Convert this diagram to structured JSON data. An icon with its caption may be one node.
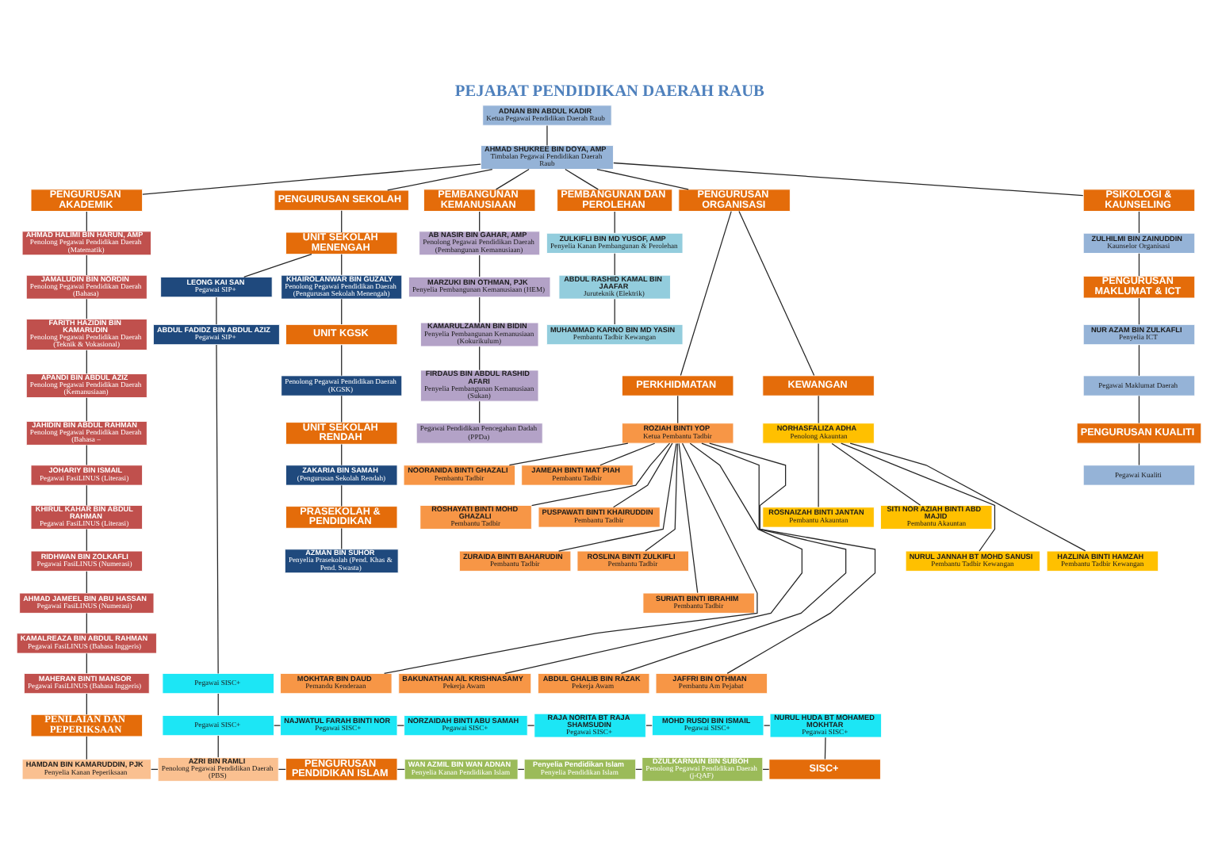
{
  "diagram": {
    "title": "PEJABAT PENDIDIKAN DAERAH RAUB",
    "nodes": [
      {
        "text": [
          "ADNAN BIN ABDUL KADIR",
          "Ketua Pegawai Pendidikan Daerah Raub"
        ]
      },
      {
        "text": [
          "AHMAD SHUKREE BIN DOYA, AMP",
          "Timbalan Pegawai Pendidikan Daerah Raub"
        ]
      },
      {
        "text": [
          "PENGURUSAN AKADEMIK"
        ]
      },
      {
        "text": [
          "PENGURUSAN SEKOLAH"
        ]
      },
      {
        "text": [
          "PEMBANGUNAN KEMANUSIAAN"
        ]
      },
      {
        "text": [
          "PEMBANGUNAN DAN PEROLEHAN"
        ]
      },
      {
        "text": [
          "PENGURUSAN ORGANISASI"
        ]
      },
      {
        "text": [
          "PSIKOLOGI & KAUNSELING"
        ]
      },
      {
        "text": [
          "AHMAD HALIMI BIN HARUN, AMP",
          "Penolong Pegawai Pendidikan Daerah (Matematik)"
        ]
      },
      {
        "text": [
          "JAMALUDIN BIN NORDIN",
          "Penolong Pegawai Pendidikan Daerah (Bahasa)"
        ]
      },
      {
        "text": [
          "FARITH HAZIDIN BIN KAMARUDIN",
          "Penolong Pegawai Pendidikan Daerah (Teknik & Vokasional)"
        ]
      },
      {
        "text": [
          "APANDI BIN ABDUL AZIZ",
          "Penolong Pegawai Pendidikan Daerah (Kemanusiaan)"
        ]
      },
      {
        "text": [
          "JAHIDIN BIN ABDUL RAHMAN",
          "Penolong Pegawai Pendidikan Daerah (Bahasa –"
        ]
      },
      {
        "text": [
          "JOHARIY BIN ISMAIL",
          "Pegawai FasiLINUS (Literasi)"
        ]
      },
      {
        "text": [
          "KHIRUL KAHAR BIN ABDUL RAHMAN",
          "Pegawai FasiLINUS (Literasi)"
        ]
      },
      {
        "text": [
          "RIDHWAN BIN ZOLKAFLI",
          "Pegawai FasiLINUS (Numerasi)"
        ]
      },
      {
        "text": [
          "AHMAD JAMEEL BIN ABU HASSAN",
          "Pegawai FasiLINUS (Numerasi)"
        ]
      },
      {
        "text": [
          "KAMALREAZA BIN ABDUL RAHMAN",
          "Pegawai FasiLINUS (Bahasa Inggeris)"
        ]
      },
      {
        "text": [
          "MAHERAN BINTI MANSOR",
          "Pegawai FasiLINUS (Bahasa Inggeris)"
        ]
      },
      {
        "text": [
          "PENILAIAN DAN PEPERIKSAAN"
        ]
      },
      {
        "text": [
          "HAMDAN BIN KAMARUDDIN, PJK",
          "Penyelia Kanan Peperiksaan"
        ]
      },
      {
        "text": [
          "LEONG KAI SAN",
          "Pegawai SIP+"
        ]
      },
      {
        "text": [
          "ABDUL FADIDZ BIN ABDUL AZIZ",
          "Pegawai SIP+"
        ]
      },
      {
        "text": [
          "Pegawai SISC+"
        ]
      },
      {
        "text": [
          "Pegawai SISC+"
        ]
      },
      {
        "text": [
          "AZRI BIN RAMLI",
          "Penolong Pegawai Pendidikan Daerah (PBS)"
        ]
      },
      {
        "text": [
          "UNIT SEKOLAH MENENGAH"
        ]
      },
      {
        "text": [
          "KHAIROLANWAR BIN GUZALY",
          "Penolong Pegawai Pendidikan Daerah (Pengurusan Sekolah Menengah)"
        ]
      },
      {
        "text": [
          "UNIT KGSK"
        ]
      },
      {
        "text": [
          "Penolong Pegawai Pendidikan Daerah (KGSK)"
        ]
      },
      {
        "text": [
          "UNIT SEKOLAH RENDAH"
        ]
      },
      {
        "text": [
          "ZAKARIA BIN SAMAH",
          "(Pengurusan Sekolah Rendah)"
        ]
      },
      {
        "text": [
          "PRASEKOLAH & PENDIDIKAN"
        ]
      },
      {
        "text": [
          "AZMAN BIN SUHOR",
          "Penyelia Prasekolah (Pend. Khas & Pend. Swasta)"
        ]
      },
      {
        "text": [
          "AB NASIR BIN GAHAR, AMP",
          "Penolong Pegawai Pendidikan Daerah (Pembangunan Kemanusiaan)"
        ]
      },
      {
        "text": [
          "MARZUKI BIN OTHMAN, PJK",
          "Penyelia Pembangunan Kemanusiaan (HEM)"
        ]
      },
      {
        "text": [
          "KAMARULZAMAN BIN BIDIN",
          "Penyelia Pembangunan Kemanusiaan (Kokurikulum)"
        ]
      },
      {
        "text": [
          "FIRDAUS BIN ABDUL RASHID AFARI",
          "Penyelia Pembangunan Kemanusiaan (Sukan)"
        ]
      },
      {
        "text": [
          "Pegawai Pendidikan Pencegahan Dadah (PPDa)"
        ]
      },
      {
        "text": [
          "ZULKIFLI BIN MD YUSOF, AMP",
          "Penyelia Kanan Pembangunan & Perolehan"
        ]
      },
      {
        "text": [
          "ABDUL RASHID KAMAL BIN JAAFAR",
          "Juruteknik (Elektrik)"
        ]
      },
      {
        "text": [
          "MUHAMMAD KARNO BIN MD YASIN",
          "Pembantu Tadbir Kewangan"
        ]
      },
      {
        "text": [
          "PERKHIDMATAN"
        ]
      },
      {
        "text": [
          "ROZIAH BINTI YOP",
          "Ketua Pembantu Tadbir"
        ]
      },
      {
        "text": [
          "NOORANIDA BINTI GHAZALI",
          "Pembantu Tadbir"
        ]
      },
      {
        "text": [
          "JAMEAH BINTI MAT PIAH",
          "Pembantu Tadbir"
        ]
      },
      {
        "text": [
          "ROSHAYATI BINTI MOHD GHAZALI",
          "Pembantu Tadbir"
        ]
      },
      {
        "text": [
          "PUSPAWATI BINTI KHAIRUDDIN",
          "Pembantu Tadbir"
        ]
      },
      {
        "text": [
          "ZURAIDA BINTI BAHARUDIN",
          "Pembantu Tadbir"
        ]
      },
      {
        "text": [
          "ROSLINA BINTI ZULKIFLI",
          "Pembantu Tadbir"
        ]
      },
      {
        "text": [
          "SURIATI BINTI IBRAHIM",
          "Pembantu Tadbir"
        ]
      },
      {
        "text": [
          "MOKHTAR BIN DAUD",
          "Pemandu Kenderaan"
        ]
      },
      {
        "text": [
          "BAKUNATHAN A/L KRISHNASAMY",
          "Pekerja Awam"
        ]
      },
      {
        "text": [
          "ABDUL GHALIB BIN RAZAK",
          "Pekerja Awam"
        ]
      },
      {
        "text": [
          "JAFFRI BIN OTHMAN",
          "Pembantu Am Pejabat"
        ]
      },
      {
        "text": [
          "KEWANGAN"
        ]
      },
      {
        "text": [
          "NORHASFALIZA ADHA",
          "Penolong Akauntan"
        ]
      },
      {
        "text": [
          "ROSNAIZAH BINTI JANTAN",
          "Pembantu Akauntan"
        ]
      },
      {
        "text": [
          "SITI NOR AZIAH BINTI ABD MAJID",
          "Pembantu Akauntan"
        ]
      },
      {
        "text": [
          "NURUL JANNAH BT MOHD SANUSI",
          "Pembantu Tadbir Kewangan"
        ]
      },
      {
        "text": [
          "HAZLINA BINTI HAMZAH",
          "Pembantu Tadbir Kewangan"
        ]
      },
      {
        "text": [
          "ZULHILMI BIN ZAINUDDIN",
          "Kaunselor Organisasi"
        ]
      },
      {
        "text": [
          "PENGURUSAN MAKLUMAT & ICT"
        ]
      },
      {
        "text": [
          "NUR AZAM BIN ZULKAFLI",
          "Penyelia ICT"
        ]
      },
      {
        "text": [
          "Pegawai Maklumat Daerah"
        ]
      },
      {
        "text": [
          "PENGURUSAN KUALITI"
        ]
      },
      {
        "text": [
          "Pegawai Kualiti"
        ]
      },
      {
        "text": [
          "NAJWATUL FARAH BINTI NOR",
          "Pegawai SISC+"
        ]
      },
      {
        "text": [
          "NORZAIDAH BINTI ABU SAMAH",
          "Pegawai SISC+"
        ]
      },
      {
        "text": [
          "RAJA NORITA BT RAJA SHAMSUDIN",
          "Pegawai SISC+"
        ]
      },
      {
        "text": [
          "MOHD RUSDI BIN ISMAIL",
          "Pegawai SISC+"
        ]
      },
      {
        "text": [
          "NURUL HUDA BT MOHAMED MOKHTAR",
          "Pegawai SISC+"
        ]
      },
      {
        "text": [
          "PENGURUSAN PENDIDIKAN ISLAM"
        ]
      },
      {
        "text": [
          "WAN AZMIL BIN WAN ADNAN",
          "Penyelia Kanan Pendidikan Islam"
        ]
      },
      {
        "text": [
          "Penyelia Pendidikan Islam",
          "Penyelia Pendidikan Islam"
        ]
      },
      {
        "text": [
          "DZULKARNAIN BIN SUBOH",
          "Penolong Pegawai Pendidikan Daerah (j-QAF)"
        ]
      },
      {
        "text": [
          "SISC+"
        ]
      }
    ],
    "edges": [
      {
        "from": 0,
        "to": 1,
        "arrow": "none"
      },
      {
        "from": 1,
        "to": 2,
        "arrow": "none"
      },
      {
        "from": 1,
        "to": 3,
        "arrow": "none"
      },
      {
        "from": 1,
        "to": 4,
        "arrow": "none"
      },
      {
        "from": 1,
        "to": 5,
        "arrow": "none"
      },
      {
        "from": 1,
        "to": 6,
        "arrow": "none"
      },
      {
        "from": 1,
        "to": 7,
        "arrow": "none"
      },
      {
        "from": 2,
        "to": 8,
        "arrow": "none"
      },
      {
        "from": 8,
        "to": 9,
        "arrow": "none"
      },
      {
        "from": 9,
        "to": 10,
        "arrow": "none"
      },
      {
        "from": 10,
        "to": 11,
        "arrow": "none"
      },
      {
        "from": 11,
        "to": 12,
        "arrow": "none"
      },
      {
        "from": 12,
        "to": 13,
        "arrow": "none"
      },
      {
        "from": 13,
        "to": 14,
        "arrow": "none"
      },
      {
        "from": 14,
        "to": 15,
        "arrow": "none"
      },
      {
        "from": 15,
        "to": 16,
        "arrow": "none"
      },
      {
        "from": 16,
        "to": 17,
        "arrow": "none"
      },
      {
        "from": 17,
        "to": 18,
        "arrow": "none"
      },
      {
        "from": 18,
        "to": 19,
        "arrow": "none"
      },
      {
        "from": 19,
        "to": 20,
        "arrow": "none"
      },
      {
        "from": 26,
        "to": 21,
        "arrow": "none"
      },
      {
        "from": 21,
        "to": 22,
        "arrow": "none"
      },
      {
        "from": 22,
        "to": 23,
        "arrow": "none"
      },
      {
        "from": 23,
        "to": 24,
        "arrow": "none"
      },
      {
        "from": 24,
        "to": 25,
        "arrow": "none"
      },
      {
        "from": 3,
        "to": 26,
        "arrow": "none"
      },
      {
        "from": 26,
        "to": 27,
        "arrow": "none"
      },
      {
        "from": 27,
        "to": 28,
        "arrow": "none"
      },
      {
        "from": 28,
        "to": 29,
        "arrow": "none"
      },
      {
        "from": 29,
        "to": 30,
        "arrow": "none"
      },
      {
        "from": 30,
        "to": 31,
        "arrow": "none"
      },
      {
        "from": 31,
        "to": 32,
        "arrow": "none"
      },
      {
        "from": 32,
        "to": 33,
        "arrow": "none"
      },
      {
        "from": 4,
        "to": 34,
        "arrow": "none"
      },
      {
        "from": 34,
        "to": 35,
        "arrow": "none"
      },
      {
        "from": 35,
        "to": 36,
        "arrow": "none"
      },
      {
        "from": 36,
        "to": 37,
        "arrow": "none"
      },
      {
        "from": 37,
        "to": 38,
        "arrow": "none"
      },
      {
        "from": 5,
        "to": 39,
        "arrow": "none"
      },
      {
        "from": 39,
        "to": 40,
        "arrow": "none"
      },
      {
        "from": 40,
        "to": 41,
        "arrow": "none"
      },
      {
        "from": 6,
        "to": 42,
        "arrow": "none"
      },
      {
        "from": 6,
        "to": 55,
        "arrow": "none"
      },
      {
        "from": 42,
        "to": 43,
        "arrow": "none"
      },
      {
        "from": 43,
        "to": 44,
        "arrow": "none"
      },
      {
        "from": 43,
        "to": 45,
        "arrow": "none"
      },
      {
        "from": 43,
        "to": 46,
        "arrow": "none"
      },
      {
        "from": 43,
        "to": 47,
        "arrow": "none"
      },
      {
        "from": 43,
        "to": 48,
        "arrow": "none"
      },
      {
        "from": 43,
        "to": 49,
        "arrow": "none"
      },
      {
        "from": 43,
        "to": 50,
        "arrow": "none"
      },
      {
        "from": 43,
        "to": 51,
        "arrow": "none"
      },
      {
        "from": 43,
        "to": 52,
        "arrow": "none"
      },
      {
        "from": 43,
        "to": 53,
        "arrow": "none"
      },
      {
        "from": 43,
        "to": 54,
        "arrow": "none"
      },
      {
        "from": 55,
        "to": 56,
        "arrow": "none"
      },
      {
        "from": 56,
        "to": 57,
        "arrow": "none"
      },
      {
        "from": 56,
        "to": 58,
        "arrow": "none"
      },
      {
        "from": 56,
        "to": 59,
        "arrow": "none"
      },
      {
        "from": 56,
        "to": 60,
        "arrow": "none"
      },
      {
        "from": 7,
        "to": 61,
        "arrow": "none"
      },
      {
        "from": 61,
        "to": 62,
        "arrow": "none"
      },
      {
        "from": 62,
        "to": 63,
        "arrow": "none"
      },
      {
        "from": 63,
        "to": 64,
        "arrow": "none"
      },
      {
        "from": 64,
        "to": 65,
        "arrow": "none"
      },
      {
        "from": 65,
        "to": 66,
        "arrow": "none"
      },
      {
        "from": 24,
        "to": 67,
        "arrow": "none"
      },
      {
        "from": 67,
        "to": 68,
        "arrow": "none"
      },
      {
        "from": 68,
        "to": 69,
        "arrow": "none"
      },
      {
        "from": 69,
        "to": 70,
        "arrow": "none"
      },
      {
        "from": 70,
        "to": 71,
        "arrow": "none"
      },
      {
        "from": 71,
        "to": 76,
        "arrow": "none"
      },
      {
        "from": 20,
        "to": 25,
        "arrow": "none"
      },
      {
        "from": 25,
        "to": 72,
        "arrow": "none"
      },
      {
        "from": 72,
        "to": 73,
        "arrow": "none"
      },
      {
        "from": 73,
        "to": 74,
        "arrow": "none"
      },
      {
        "from": 74,
        "to": 75,
        "arrow": "none"
      },
      {
        "from": 75,
        "to": 76,
        "arrow": "none"
      }
    ]
  }
}
